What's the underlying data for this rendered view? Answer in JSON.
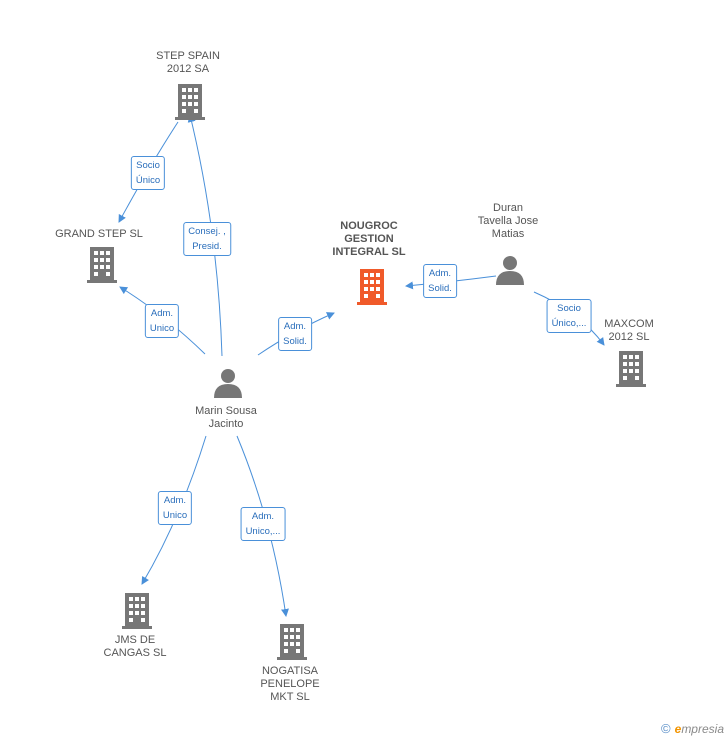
{
  "colors": {
    "edge": "#4a90d9",
    "company": "#777777",
    "main_company": "#f05a2a",
    "person": "#777777"
  },
  "nodes": {
    "step_spain": {
      "lines": [
        "STEP SPAIN",
        "2012 SA"
      ],
      "icon": "building-icon"
    },
    "grand_step": {
      "lines": [
        "GRAND STEP SL"
      ],
      "icon": "building-icon"
    },
    "nougroc": {
      "lines": [
        "NOUGROC",
        "GESTION",
        "INTEGRAL SL"
      ],
      "icon": "building-icon"
    },
    "duran": {
      "lines": [
        "Duran",
        "Tavella Jose",
        "Matias"
      ],
      "icon": "person-icon"
    },
    "maxcom": {
      "lines": [
        "MAXCOM",
        "2012 SL"
      ],
      "icon": "building-icon"
    },
    "marin": {
      "lines": [
        "Marin Sousa",
        "Jacinto"
      ],
      "icon": "person-icon"
    },
    "jms": {
      "lines": [
        "JMS DE",
        "CANGAS SL"
      ],
      "icon": "building-icon"
    },
    "nogatisa": {
      "lines": [
        "NOGATISA",
        "PENELOPE",
        "MKT SL"
      ],
      "icon": "building-icon"
    }
  },
  "relations": {
    "socio_unico_grand": [
      "Socio",
      "Único"
    ],
    "consej_presid": [
      "Consej. ,",
      "Presid."
    ],
    "adm_unico_grand": [
      "Adm.",
      "Unico"
    ],
    "adm_solid_marin": [
      "Adm.",
      "Solid."
    ],
    "adm_solid_duran": [
      "Adm.",
      "Solid."
    ],
    "socio_unico_maxcom": [
      "Socio",
      "Único,..."
    ],
    "adm_unico_jms": [
      "Adm.",
      "Unico"
    ],
    "adm_unico_nogatisa": [
      "Adm.",
      "Unico,..."
    ]
  },
  "footer": {
    "copyright": "©",
    "brand_first": "e",
    "brand_rest": "mpresia"
  }
}
